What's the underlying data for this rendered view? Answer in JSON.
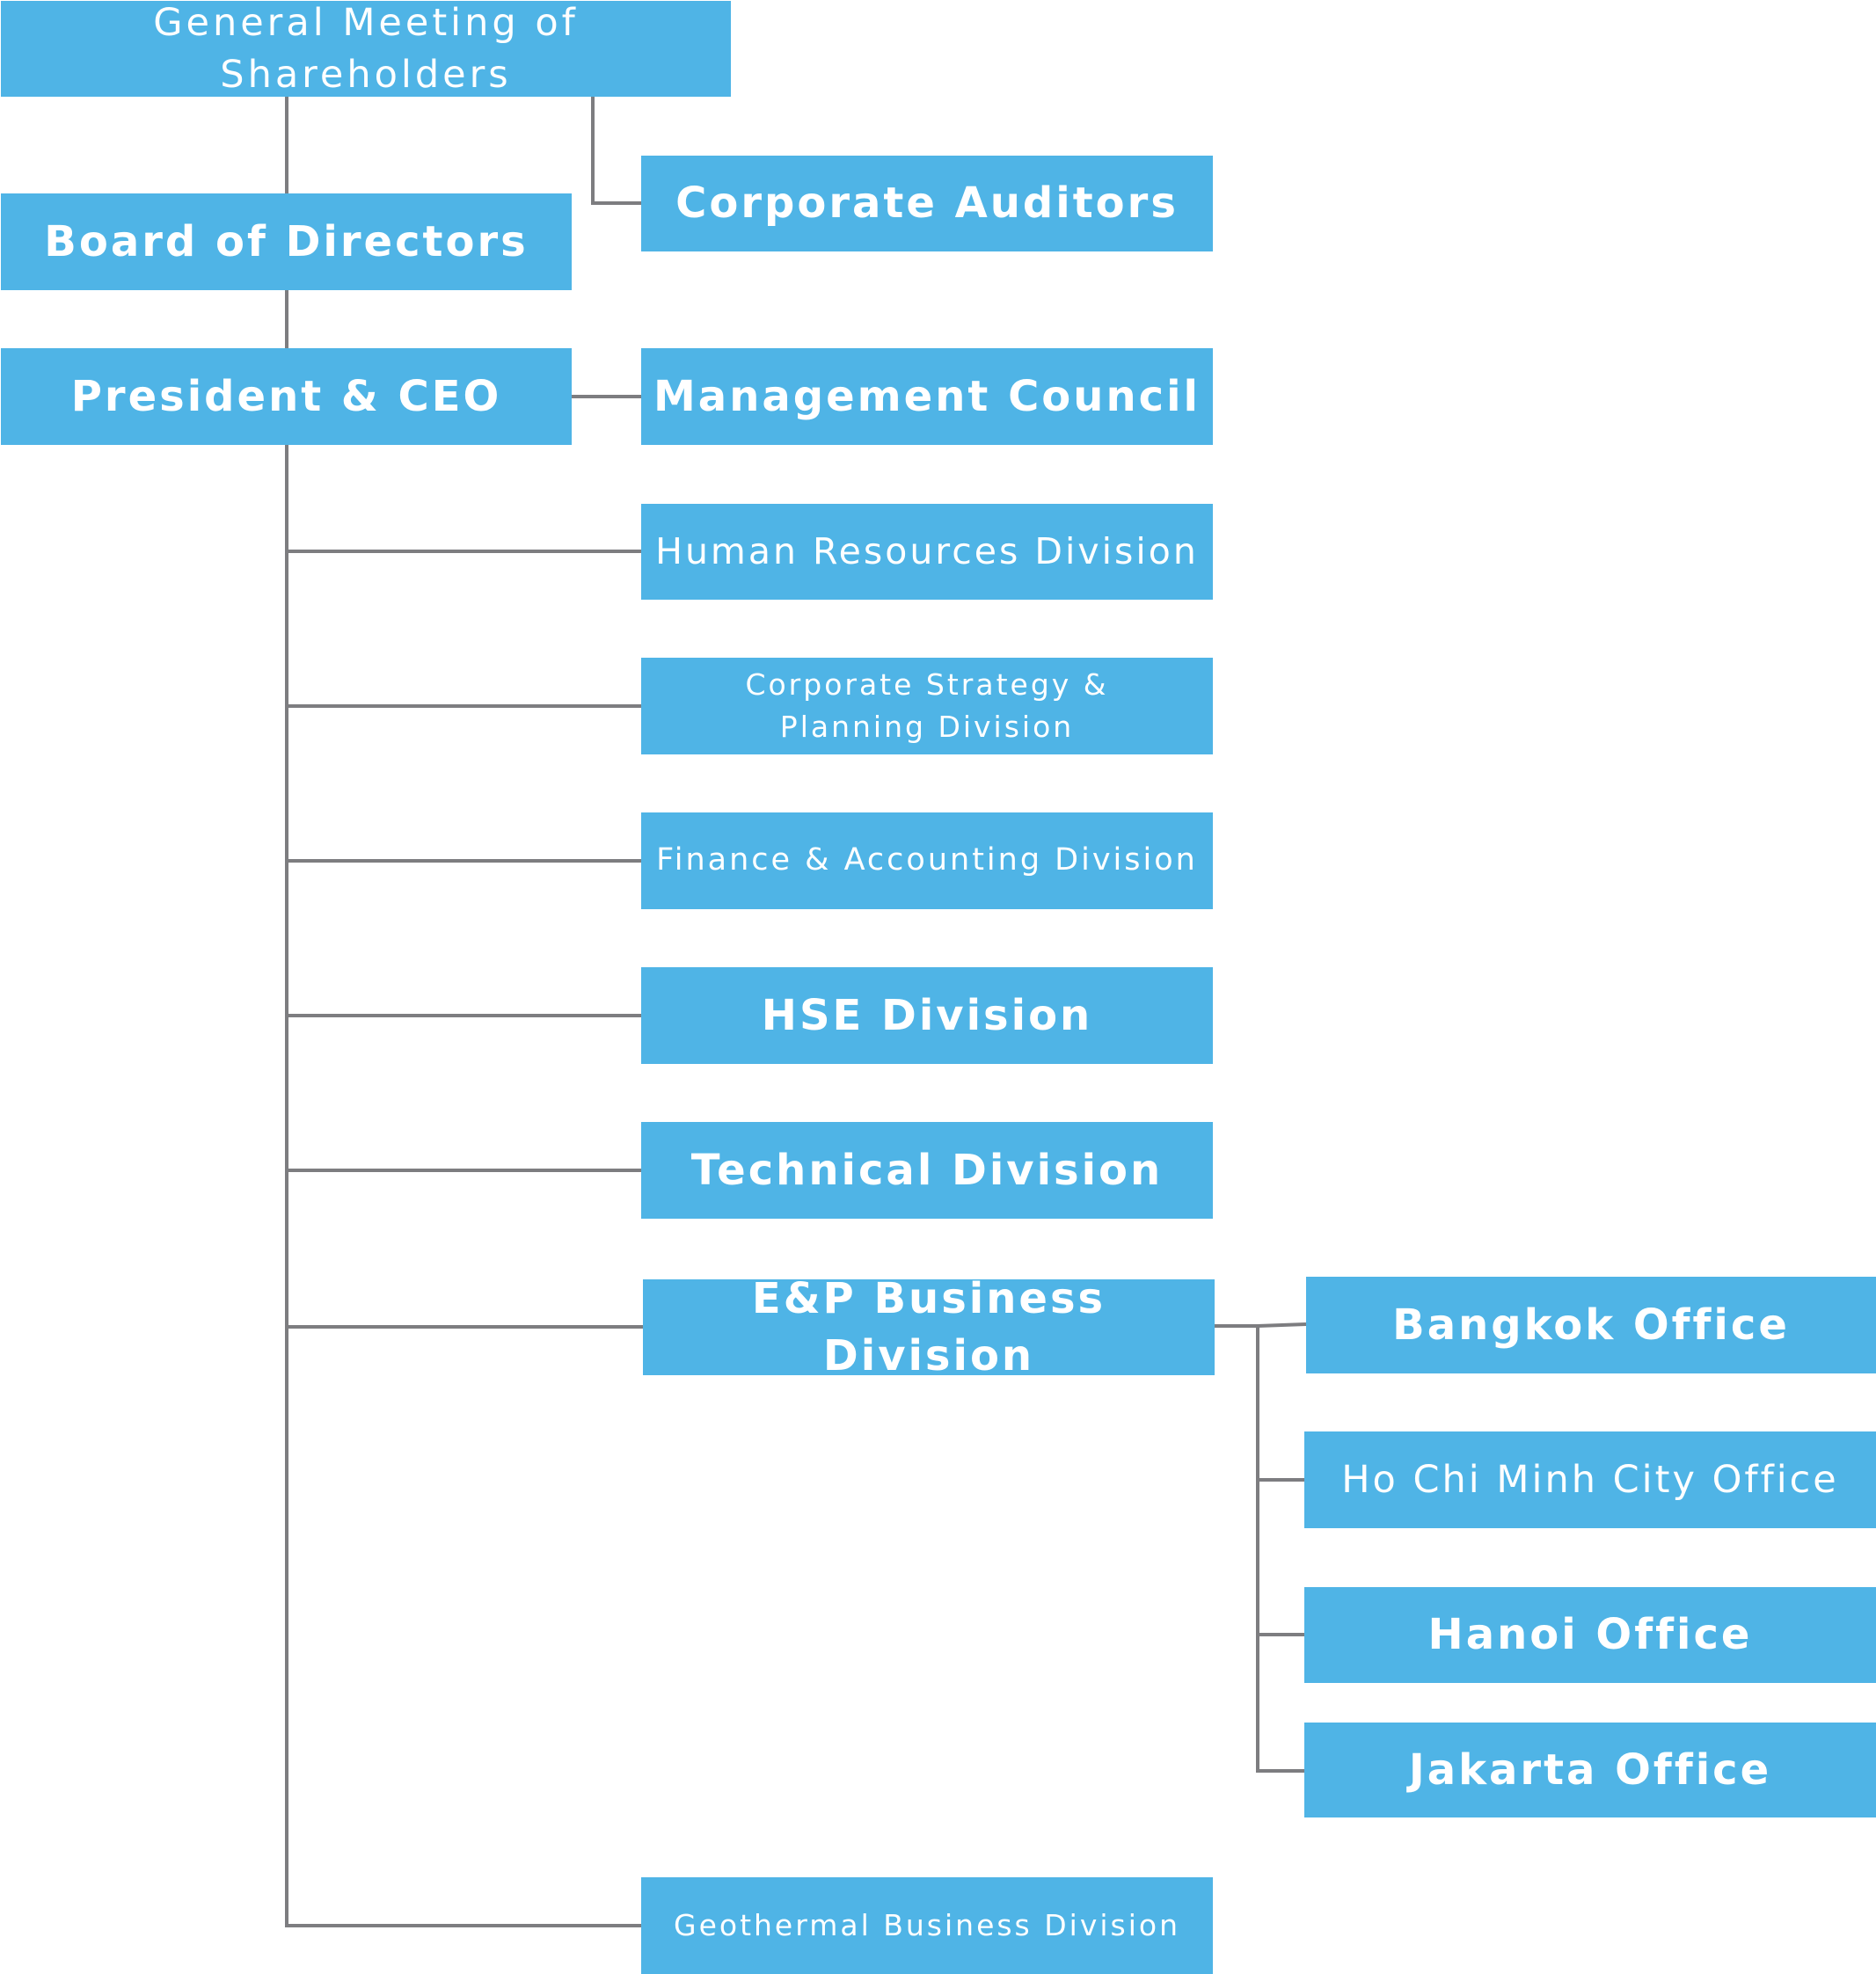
{
  "colors": {
    "box_fill": "#4fb4e6",
    "box_text": "#ffffff",
    "connector": "#7d7d80"
  },
  "org_chart": {
    "general_meeting": "General Meeting of Shareholders",
    "corporate_auditors": "Corporate Auditors",
    "board_of_directors": "Board of Directors",
    "president_ceo": "President & CEO",
    "management_council": "Management Council",
    "divisions": {
      "human_resources": "Human Resources Division",
      "corporate_strategy": "Corporate Strategy &\nPlanning Division",
      "finance_accounting": "Finance & Accounting Division",
      "hse": "HSE Division",
      "technical": "Technical Division",
      "ep_business": "E&P Business Division",
      "geothermal": "Geothermal Business Division"
    },
    "offices": {
      "bangkok": "Bangkok Office",
      "ho_chi_minh": "Ho Chi Minh City Office",
      "hanoi": "Hanoi Office",
      "jakarta": "Jakarta Office"
    }
  }
}
